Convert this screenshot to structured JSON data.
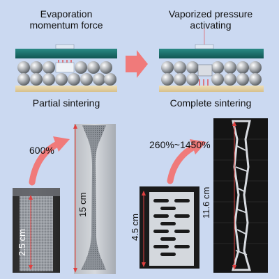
{
  "top_left": {
    "title_line1": "Evaporation",
    "title_line2": "momentum force",
    "caption": "Partial sintering"
  },
  "top_right": {
    "title_line1": "Vaporized pressure",
    "title_line2": "activating",
    "caption": "Complete sintering"
  },
  "bottom_left": {
    "strain": "600%",
    "initial_length": "2.5 cm",
    "stretched_length": "15 cm"
  },
  "bottom_right": {
    "strain": "260%~1450%",
    "initial_length": "4.5 cm",
    "stretched_length": "11.6 cm"
  },
  "colors": {
    "background": "#cbd9f1",
    "plate": "#1a6e6a",
    "substrate": "#e6d3a6",
    "arrow": "#f07a7a",
    "heat": "#e64545"
  }
}
